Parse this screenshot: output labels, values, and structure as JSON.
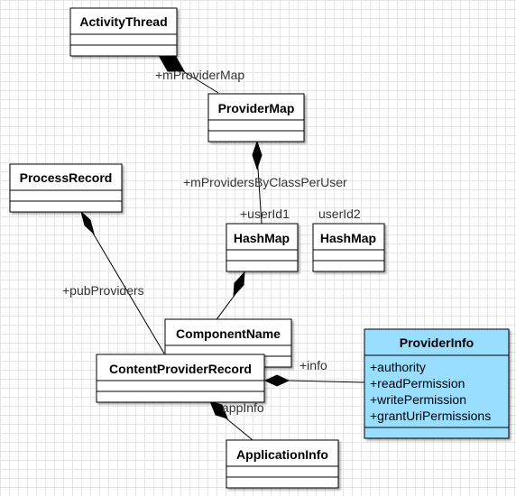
{
  "classes": {
    "activity_thread": {
      "name": "ActivityThread"
    },
    "provider_map": {
      "name": "ProviderMap"
    },
    "process_record": {
      "name": "ProcessRecord"
    },
    "hashmap_1": {
      "name": "HashMap"
    },
    "hashmap_2": {
      "name": "HashMap"
    },
    "component_name": {
      "name": "ComponentName"
    },
    "content_provider_record": {
      "name": "ContentProviderRecord"
    },
    "provider_info": {
      "name": "ProviderInfo",
      "fill": "#99ddff",
      "attributes": [
        "+authority",
        "+readPermission",
        "+writePermission",
        "+grantUriPermissions"
      ]
    },
    "application_info": {
      "name": "ApplicationInfo"
    }
  },
  "relations": {
    "m_provider_map": "+mProviderMap",
    "m_providers_by_class_per_user": "+mProvidersByClassPerUser",
    "user_id1": "+userId1",
    "user_id2": "userId2",
    "pub_providers": "+pubProviders",
    "info": "+info",
    "app_info": "appInfo"
  }
}
